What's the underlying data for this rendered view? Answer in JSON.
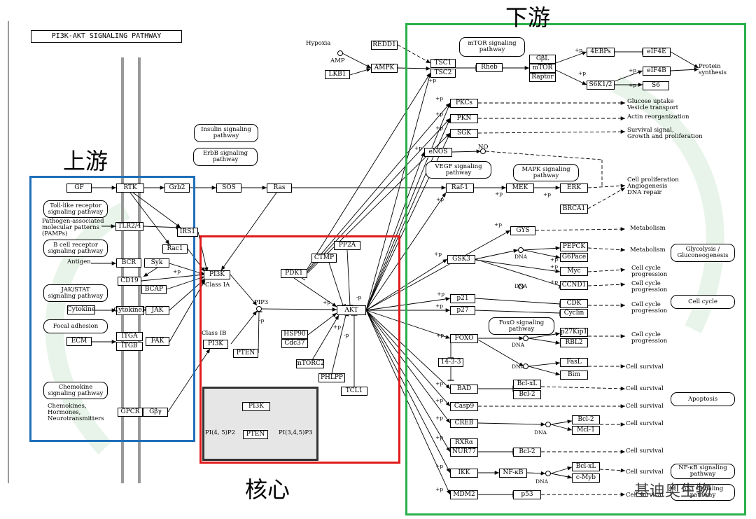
{
  "title": "PI3K-AKT SIGNALING PATHWAY",
  "regions": {
    "upstream": {
      "label": "上游",
      "color": "#1f6fb8"
    },
    "core": {
      "label": "核心",
      "color": "#e01b1b"
    },
    "downstream": {
      "label": "下游",
      "color": "#29b04a"
    }
  },
  "watermark": "基迪奥生物",
  "nodes": {
    "gf": "GF",
    "rtk": "RTK",
    "grb2": "Grb2",
    "sos": "SOS",
    "ras": "Ras",
    "irs1": "IRS1",
    "rac1": "Rac1",
    "tlr24": "TLR2/4",
    "bcr": "BCR",
    "syk": "Syk",
    "cd19": "CD19",
    "bcap": "BCAP",
    "cytokine": "Cytokine",
    "cytokiner": "CytokineR",
    "jak": "JAK",
    "itga": "ITGA",
    "itgb": "ITGB",
    "fak": "FAK",
    "ecm": "ECM",
    "gpcr": "GPCR",
    "gby": "Gβγ",
    "pi3k_a": "PI3K",
    "pi3k_b": "PI3K",
    "pi3k_c": "PI3K",
    "pten": "PTEN",
    "pten_c": "PTEN",
    "pdk1": "PDK1",
    "ctmp": "CTMP",
    "pp2a": "PP2A",
    "akt": "AKT",
    "hsp90": "HSP90",
    "cdc37": "Cdc37",
    "mtorc2": "mTORC2",
    "phlpp": "PHLPP",
    "tcl1": "TCL1",
    "redd1": "REDD1",
    "ampk": "AMPK",
    "lkb1": "LKB1",
    "tsc1": "TSC1",
    "tsc2": "TSC2",
    "rheb": "Rheb",
    "gbl": "GβL",
    "mtor": "mTOR",
    "raptor": "Raptor",
    "ebps": "4EBPs",
    "eif4e": "eIF4E",
    "eif4b": "eIF4B",
    "s6k": "S6K1/2",
    "s6": "S6",
    "pkcs": "PKCs",
    "pkn": "PKN",
    "sgk": "SGK",
    "enos": "eNOS",
    "raf1": "Raf-1",
    "mek": "MEK",
    "erk": "ERK",
    "brca1": "BRCA1",
    "gys": "GYS",
    "gsk3": "GSK3",
    "pepck": "PEPCK",
    "g6pace": "G6Pace",
    "myc": "Myc",
    "ccnd1": "CCND1",
    "p21": "p21",
    "p27": "p27",
    "cdk": "CDK",
    "cyclin": "Cyclin",
    "foxo": "FOXO",
    "p27kip1": "p27Kip1",
    "rbl2": "RBL2",
    "fasl": "FasL",
    "bim": "Bim",
    "g1433": "14-3-3",
    "bad": "BAD",
    "bclxl": "Bcl-xL",
    "bcl2": "Bcl-2",
    "casp9": "Casp9",
    "creb": "CREB",
    "bcl2b": "Bcl-2",
    "mcl1": "Mcl-1",
    "rxra": "RXRα",
    "nur77": "NUR77",
    "bcl2c": "Bcl-2",
    "ikk": "IKK",
    "nfkb": "NF-κB",
    "bclxl2": "Bcl-xL",
    "cmyb": "c-Myb",
    "mdm2": "MDM2",
    "p53": "p53"
  },
  "rounded": {
    "insulin": "Insulin signaling\npathway",
    "erbb": "ErbB signaling\npathway",
    "toll": "Toll-like receptor\nsignaling pathway",
    "bcell": "B cell receptor\nsignaling pathway",
    "jakstat": "JAK/STAT\nsignaling pathway",
    "focal": "Focal adhesion",
    "chemokine": "Chemokine\nsignaling pathway",
    "mtorsig": "mTOR signaling\npathway",
    "vegf": "VEGF signaling\npathway",
    "mapk": "MAPK signaling\npathway",
    "foxosig": "FoxO signaling\npathway",
    "glyco": "Glycolysis /\nGluconeogenesis",
    "cellcycle": "Cell cycle",
    "apoptosis": "Apoptosis",
    "nfkbsig": "NF-κB signaling\npathway",
    "p53sig": "p53 signaling\npathway"
  },
  "labels": {
    "hypoxia": "Hypoxia",
    "amp": "AMP",
    "pamps": "Pathogen-associated\nmolecular patterns\n(PAMPs)",
    "antigen": "Antigen",
    "chemokines": "Chemokines,\nHormones,\nNeurotransmitters",
    "class1a": "Class IA",
    "class1b": "Class IB",
    "pip3": "PIP3",
    "pi45p2": "PI(4, 5)P2",
    "pi345p3": "PI(3,4,5)P3",
    "no": "NO",
    "dna": "DNA",
    "protein_synthesis": "Protein\nsynthesis",
    "glucose": "Glucose uptake\nVesicle transport",
    "actin": "Actin reorganization",
    "survival_growth": "Survival signal,\nGrowth and proliferation",
    "prolif": "Cell proliferation\nAngiogenesis\nDNA repair",
    "metabolism": "Metabolism",
    "cc_progression": "Cell cycle\nprogression",
    "cell_survival": "Cell survival",
    "p": "+p",
    "mp": "-p"
  }
}
